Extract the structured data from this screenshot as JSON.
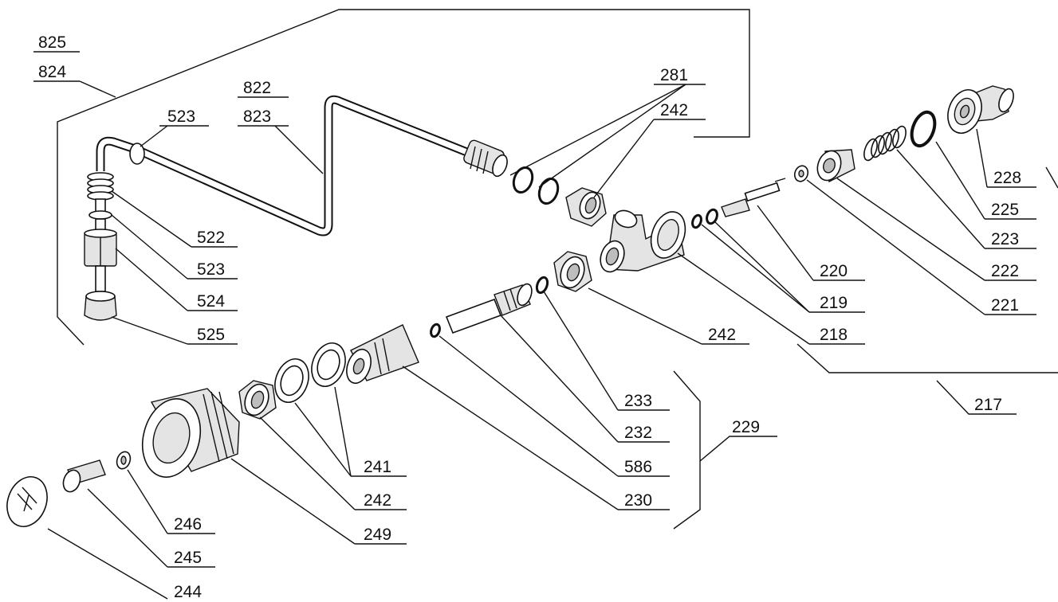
{
  "diagram": {
    "labels": {
      "l825": "825",
      "l824": "824",
      "l822": "822",
      "l823": "823",
      "l523a": "523",
      "l522": "522",
      "l523b": "523",
      "l524": "524",
      "l525": "525",
      "l281": "281",
      "l242a": "242",
      "l228": "228",
      "l225": "225",
      "l223": "223",
      "l222": "222",
      "l220": "220",
      "l221": "221",
      "l219": "219",
      "l218": "218",
      "l242b": "242",
      "l217": "217",
      "l233": "233",
      "l229": "229",
      "l232": "232",
      "l586": "586",
      "l230": "230",
      "l241": "241",
      "l242c": "242",
      "l246": "246",
      "l249": "249",
      "l245": "245",
      "l244": "244"
    }
  }
}
